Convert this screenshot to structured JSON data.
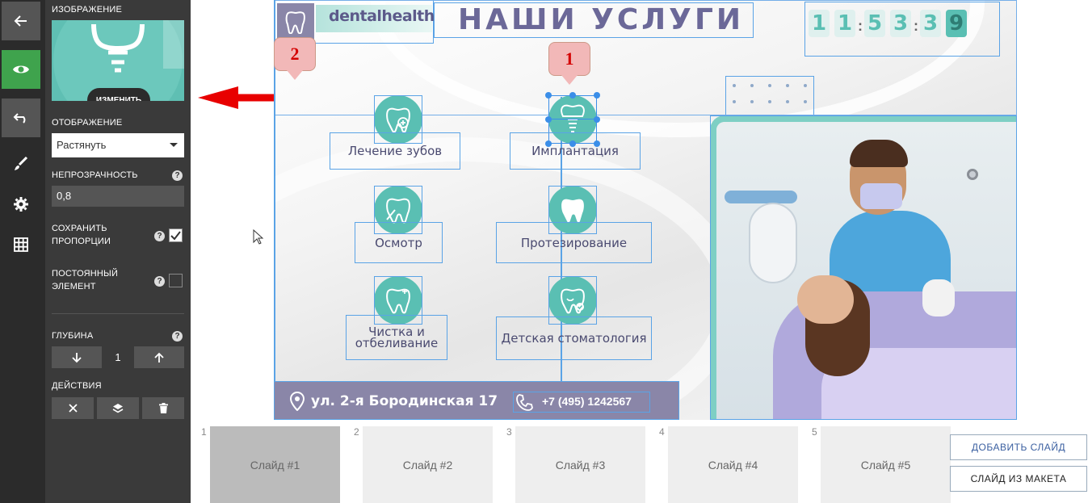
{
  "rail": {
    "items": [
      "back-icon",
      "eye-icon",
      "undo-icon",
      "brush-icon",
      "gear-icon",
      "grid-icon"
    ]
  },
  "panel": {
    "image_label": "ИЗОБРАЖЕНИЕ",
    "change_button": "ИЗМЕНИТЬ",
    "display_label": "ОТОБРАЖЕНИЕ",
    "display_value": "Растянуть",
    "opacity_label": "НЕПРОЗРАЧНОСТЬ",
    "opacity_value": "0,8",
    "keep_ratio_label_1": "СОХРАНИТЬ",
    "keep_ratio_label_2": "ПРОПОРЦИИ",
    "keep_ratio_checked": true,
    "permanent_label_1": "ПОСТОЯННЫЙ",
    "permanent_label_2": "ЭЛЕМЕНТ",
    "permanent_checked": false,
    "depth_label": "ГЛУБИНА",
    "depth_value": "1",
    "actions_label": "ДЕЙСТВИЯ",
    "help_glyph": "?"
  },
  "slide": {
    "brand": "dentalhealth",
    "title": "НАШИ УСЛУГИ",
    "clock_digits": [
      "1",
      "1",
      "5",
      "3",
      "3",
      "9"
    ],
    "services": [
      "Лечение зубов",
      "Имплантация",
      "Осмотр",
      "Протезирование",
      "Чистка и отбеливание",
      "Детская стоматология"
    ],
    "address": "ул. 2-я Бородинская 17",
    "phone": "+7 (495) 1242567",
    "callout_1": "1",
    "callout_2": "2",
    "colors": {
      "teal": "#5abfb3",
      "title": "#6b6898",
      "arrow": "#e80000",
      "selection": "#5aa3e6"
    }
  },
  "strip": {
    "slides": [
      {
        "num": "1",
        "label": "Слайд #1",
        "active": true
      },
      {
        "num": "2",
        "label": "Слайд #2",
        "active": false
      },
      {
        "num": "3",
        "label": "Слайд #3",
        "active": false
      },
      {
        "num": "4",
        "label": "Слайд #4",
        "active": false
      },
      {
        "num": "5",
        "label": "Слайд #5",
        "active": false
      }
    ],
    "add_slide": "ДОБАВИТЬ СЛАЙД",
    "from_layout": "СЛАЙД ИЗ МАКЕТА"
  }
}
